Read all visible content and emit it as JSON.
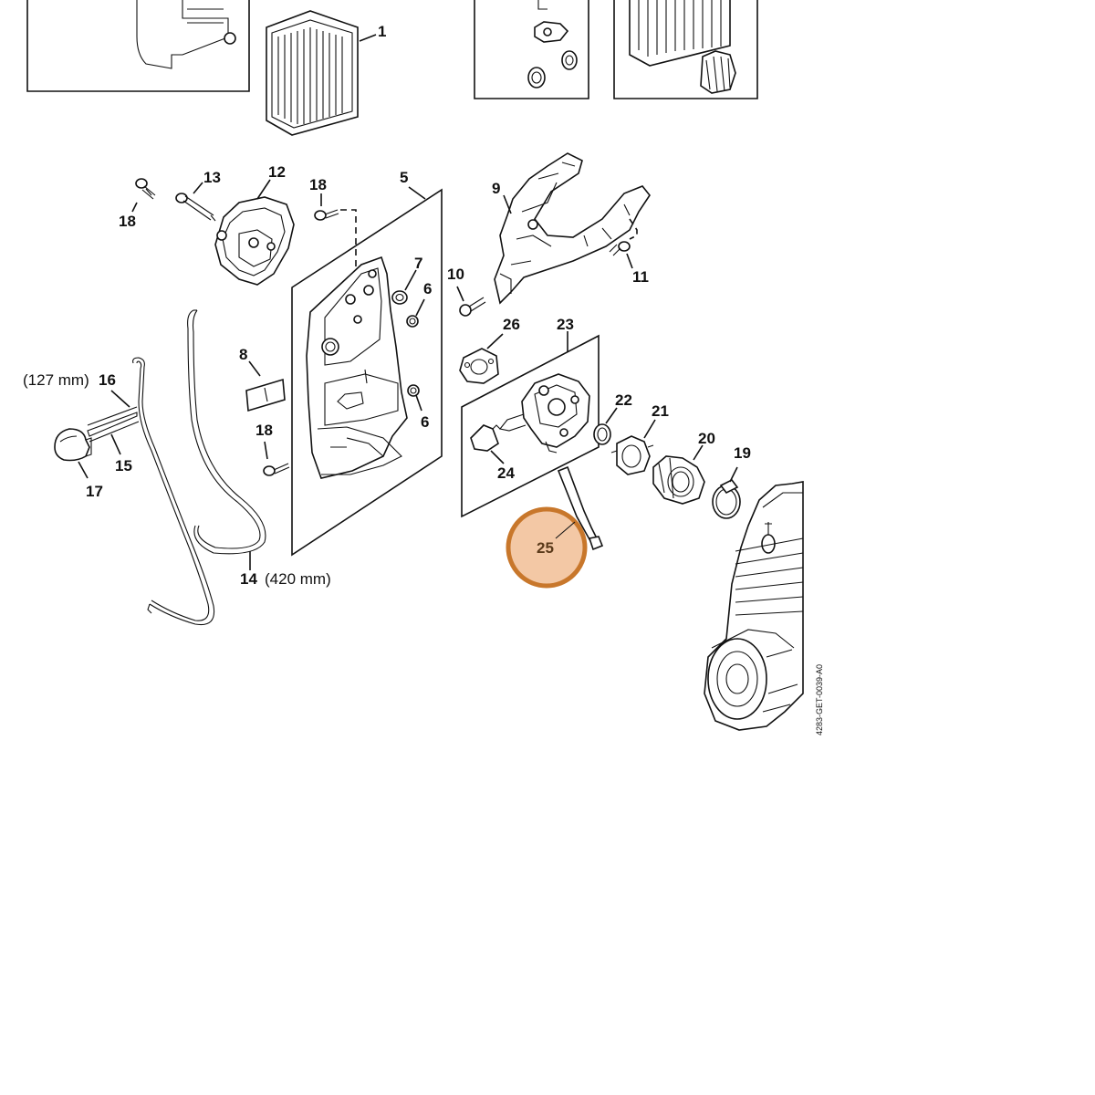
{
  "diagram": {
    "callouts": {
      "n1": "1",
      "n5": "5",
      "n6a": "6",
      "n6b": "6",
      "n7": "7",
      "n8": "8",
      "n9": "9",
      "n10": "10",
      "n11": "11",
      "n12": "12",
      "n13": "13",
      "n14": "14",
      "n14_len": "(420 mm)",
      "n15": "15",
      "n16": "16",
      "n16_len": "(127 mm)",
      "n17": "17",
      "n18a": "18",
      "n18b": "18",
      "n18c": "18",
      "n19": "19",
      "n20": "20",
      "n21": "21",
      "n22": "22",
      "n23": "23",
      "n24": "24",
      "n25": "25",
      "n26": "26"
    },
    "highlighted_part": "25",
    "drawing_code": "4283-GET-0039-A0",
    "colors": {
      "highlight_fill": "#f3c8a5",
      "highlight_stroke": "#c8772b",
      "line": "#111111"
    }
  }
}
